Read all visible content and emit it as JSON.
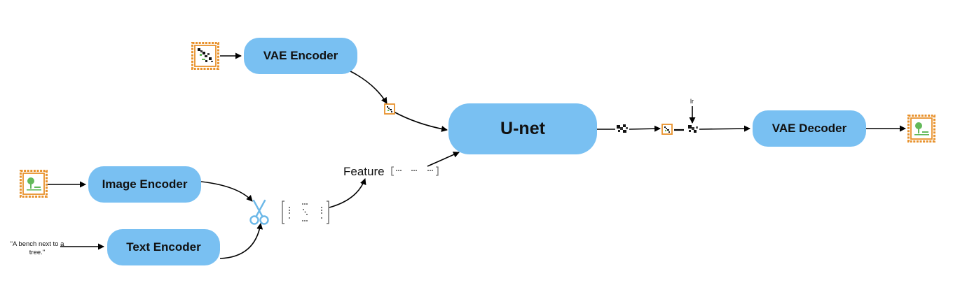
{
  "nodes": {
    "vae_encoder": "VAE Encoder",
    "unet": "U-net",
    "vae_decoder": "VAE Decoder",
    "image_encoder": "Image Encoder",
    "text_encoder": "Text Encoder"
  },
  "labels": {
    "text_prompt": "\"A bench next to a tree.\"",
    "feature": "Feature",
    "lr": "lr",
    "feature_vector": "[··· ··· ···]"
  },
  "icons": {
    "input_image": "framed-noisy-picture-icon",
    "reference_image": "framed-tree-picture-icon",
    "output_image": "framed-tree-picture-icon",
    "latent": "latent-tile-icon",
    "noise": "noise-pattern-icon",
    "scissors": "scissors-icon",
    "matrix": "matrix-bracket-icon"
  },
  "colors": {
    "node_fill": "#79c0f2",
    "frame": "#e8912b",
    "tree_green": "#63b95a",
    "scissors_blue": "#6cb8e8"
  }
}
